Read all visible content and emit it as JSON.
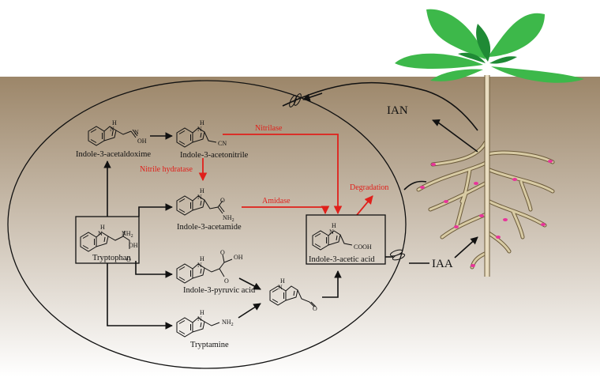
{
  "labels": {
    "ian": "IAN",
    "iaa": "IAA",
    "aox": "Indole-3-acetaldoxime",
    "ian_full": "Indole-3-acetonitrile",
    "iam": "Indole-3-acetamide",
    "trp": "Tryptophan",
    "ipya": "Indole-3-pyruvic acid",
    "tam": "Tryptamine",
    "iaa_full": "Indole-3-acetic acid"
  },
  "enzymes": {
    "nitrilase": "Nitrilase",
    "nitrile_hydratase": "Nitrile hydratase",
    "amidase": "Amidase",
    "degradation": "Degradation"
  },
  "atoms": {
    "h": "H",
    "n": "N",
    "nh": "N",
    "oh": "OH",
    "cn": "CN",
    "nh2": "NH",
    "sub2": "2",
    "o": "O",
    "cooh": "COOH"
  },
  "colors": {
    "soil_top": "#9c8669",
    "soil_bottom": "#ffffff",
    "leaf": "#3db84a",
    "leaf_dark": "#1f8a35",
    "stem": "#e8dcc0",
    "root": "#d8cba4",
    "root_outline": "#6b5a3a",
    "pink": "#e8359a",
    "red": "#e0201b"
  }
}
